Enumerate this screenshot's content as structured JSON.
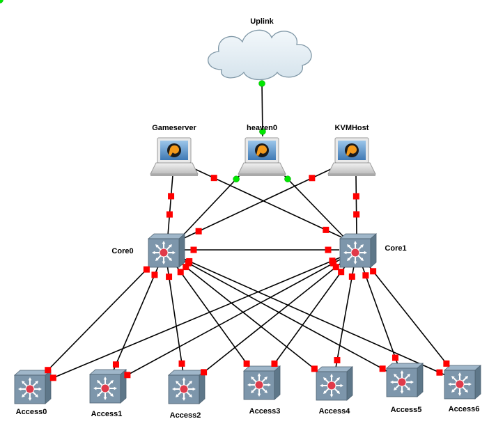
{
  "diagram": {
    "type": "network-topology",
    "nodes": [
      {
        "id": "uplink",
        "label": "Uplink",
        "kind": "cloud"
      },
      {
        "id": "gameserver",
        "label": "Gameserver",
        "kind": "host"
      },
      {
        "id": "heaven0",
        "label": "heaven0",
        "kind": "host"
      },
      {
        "id": "kvmhost",
        "label": "KVMHost",
        "kind": "host"
      },
      {
        "id": "core0",
        "label": "Core0",
        "kind": "switch"
      },
      {
        "id": "core1",
        "label": "Core1",
        "kind": "switch"
      },
      {
        "id": "access0",
        "label": "Access0",
        "kind": "switch"
      },
      {
        "id": "access1",
        "label": "Access1",
        "kind": "switch"
      },
      {
        "id": "access2",
        "label": "Access2",
        "kind": "switch"
      },
      {
        "id": "access3",
        "label": "Access3",
        "kind": "switch"
      },
      {
        "id": "access4",
        "label": "Access4",
        "kind": "switch"
      },
      {
        "id": "access5",
        "label": "Access5",
        "kind": "switch"
      },
      {
        "id": "access6",
        "label": "Access6",
        "kind": "switch"
      }
    ],
    "links": [
      {
        "from": "uplink",
        "to": "heaven0",
        "status": "up"
      },
      {
        "from": "heaven0",
        "to": "core0",
        "status": "up"
      },
      {
        "from": "heaven0",
        "to": "core1",
        "status": "up"
      },
      {
        "from": "gameserver",
        "to": "core0",
        "status": "down"
      },
      {
        "from": "gameserver",
        "to": "core1",
        "status": "down"
      },
      {
        "from": "kvmhost",
        "to": "core0",
        "status": "down"
      },
      {
        "from": "kvmhost",
        "to": "core1",
        "status": "down"
      },
      {
        "from": "core0",
        "to": "core1",
        "status": "down"
      },
      {
        "from": "core0",
        "to": "access0",
        "status": "down"
      },
      {
        "from": "core0",
        "to": "access1",
        "status": "down"
      },
      {
        "from": "core0",
        "to": "access2",
        "status": "down"
      },
      {
        "from": "core0",
        "to": "access3",
        "status": "down"
      },
      {
        "from": "core0",
        "to": "access4",
        "status": "down"
      },
      {
        "from": "core0",
        "to": "access5",
        "status": "down"
      },
      {
        "from": "core0",
        "to": "access6",
        "status": "down"
      },
      {
        "from": "core1",
        "to": "access0",
        "status": "down"
      },
      {
        "from": "core1",
        "to": "access1",
        "status": "down"
      },
      {
        "from": "core1",
        "to": "access2",
        "status": "down"
      },
      {
        "from": "core1",
        "to": "access3",
        "status": "down"
      },
      {
        "from": "core1",
        "to": "access4",
        "status": "down"
      },
      {
        "from": "core1",
        "to": "access5",
        "status": "down"
      },
      {
        "from": "core1",
        "to": "access6",
        "status": "down"
      }
    ],
    "colors": {
      "link": "#000000",
      "port_up": "#00e600",
      "port_down": "#ff0000",
      "switch_top": "#9fb6c9",
      "switch_front": "#7d96ab",
      "switch_side": "#5e7789",
      "switch_star": "#e03a4a",
      "cloud_fill": "#e6eff5",
      "cloud_stroke": "#7f97a6"
    },
    "icons": {
      "cloud": "cloud-icon",
      "host": "laptop-host-icon",
      "switch": "layer3-switch-icon"
    }
  }
}
